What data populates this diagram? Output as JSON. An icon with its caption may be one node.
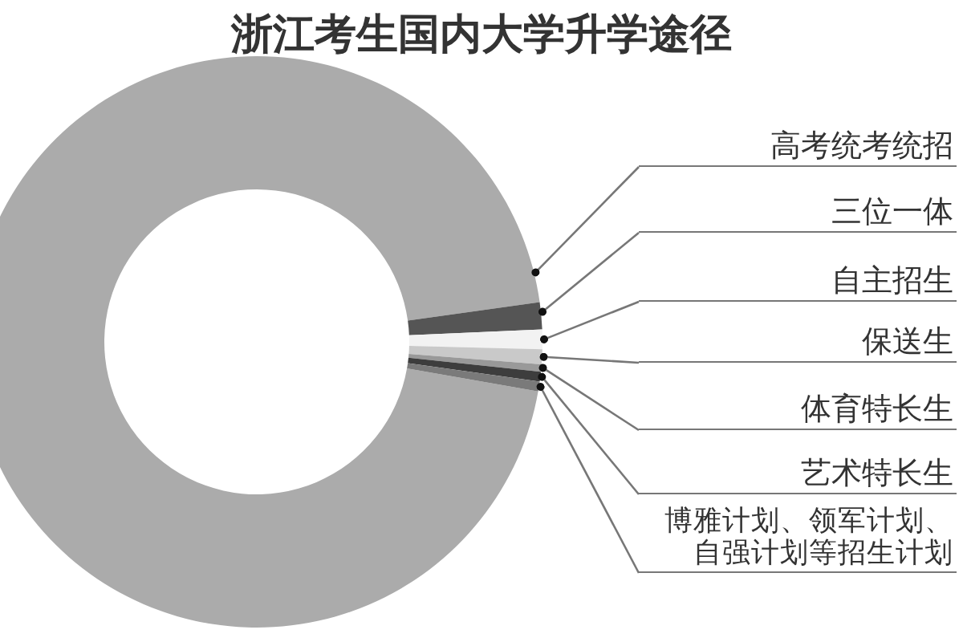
{
  "diagram": {
    "title": "浙江考生国内大学升学途径",
    "nodes": [
      {
        "text": [
          "高考统考统招"
        ]
      },
      {
        "text": [
          "三位一体"
        ]
      },
      {
        "text": [
          "自主招生"
        ]
      },
      {
        "text": [
          "保送生"
        ]
      },
      {
        "text": [
          "体育特长生"
        ]
      },
      {
        "text": [
          "艺术特长生"
        ]
      },
      {
        "text": [
          "博雅计划、领军计划、自强计划等招生计划"
        ]
      },
      {
        "text": [],
        "shape": "slice"
      },
      {
        "text": [],
        "shape": "slice"
      },
      {
        "text": [],
        "shape": "slice"
      },
      {
        "text": [],
        "shape": "slice"
      },
      {
        "text": [],
        "shape": "slice"
      },
      {
        "text": [],
        "shape": "slice"
      },
      {
        "text": [],
        "shape": "slice"
      }
    ],
    "edges": [
      {
        "from": 0,
        "to": 7,
        "arrow": "other"
      },
      {
        "from": 1,
        "to": 8,
        "arrow": "other"
      },
      {
        "from": 2,
        "to": 9,
        "arrow": "other"
      },
      {
        "from": 3,
        "to": 10,
        "arrow": "other"
      },
      {
        "from": 4,
        "to": 11,
        "arrow": "other"
      },
      {
        "from": 5,
        "to": 12,
        "arrow": "other"
      },
      {
        "from": 6,
        "to": 13,
        "arrow": "other"
      }
    ]
  }
}
